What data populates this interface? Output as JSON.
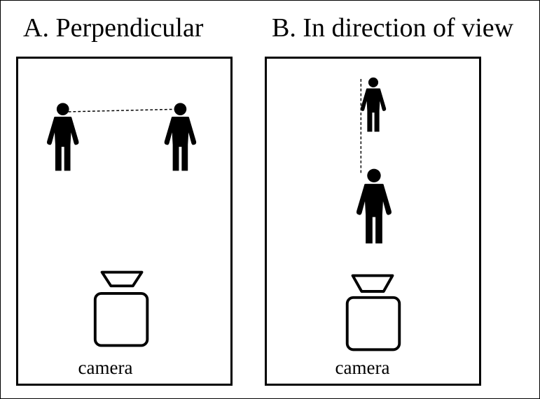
{
  "panels": [
    {
      "id": "A",
      "title": "A. Perpendicular",
      "camera_label": "camera"
    },
    {
      "id": "B",
      "title": "B. In direction of view",
      "camera_label": "camera"
    }
  ],
  "colors": {
    "ink": "#000000",
    "background": "#ffffff"
  }
}
